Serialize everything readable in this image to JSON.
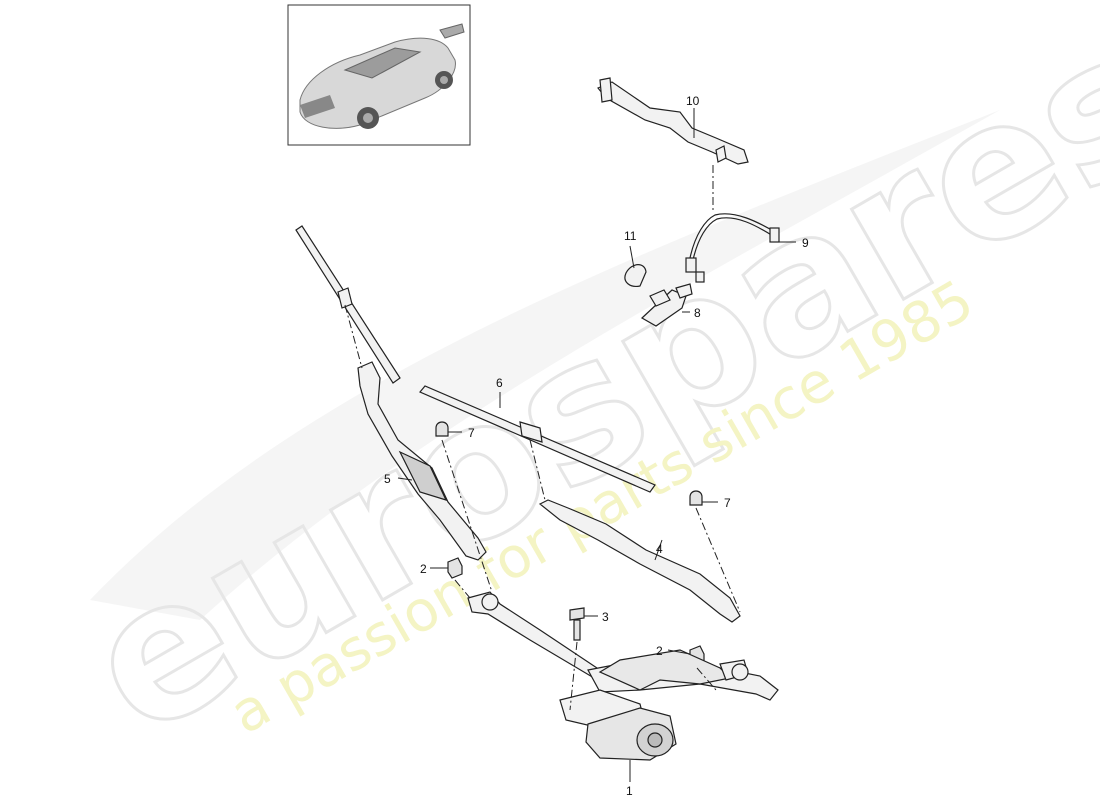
{
  "watermark": {
    "brand": "eurospares",
    "tagline": "a passion for parts since 1985"
  },
  "colors": {
    "line": "#222222",
    "part_fill": "#f2f2f2",
    "watermark_outline": "#e6e6e6",
    "watermark_tagline": "#f4f4c4"
  },
  "inset": {
    "icon": "car-thumbnail-icon"
  },
  "callouts": {
    "p1": "1",
    "p2a": "2",
    "p2b": "2",
    "p3": "3",
    "p4": "4",
    "p5": "5",
    "p6": "6",
    "p7a": "7",
    "p7b": "7",
    "p8": "8",
    "p9": "9",
    "p10": "10",
    "p11": "11"
  }
}
